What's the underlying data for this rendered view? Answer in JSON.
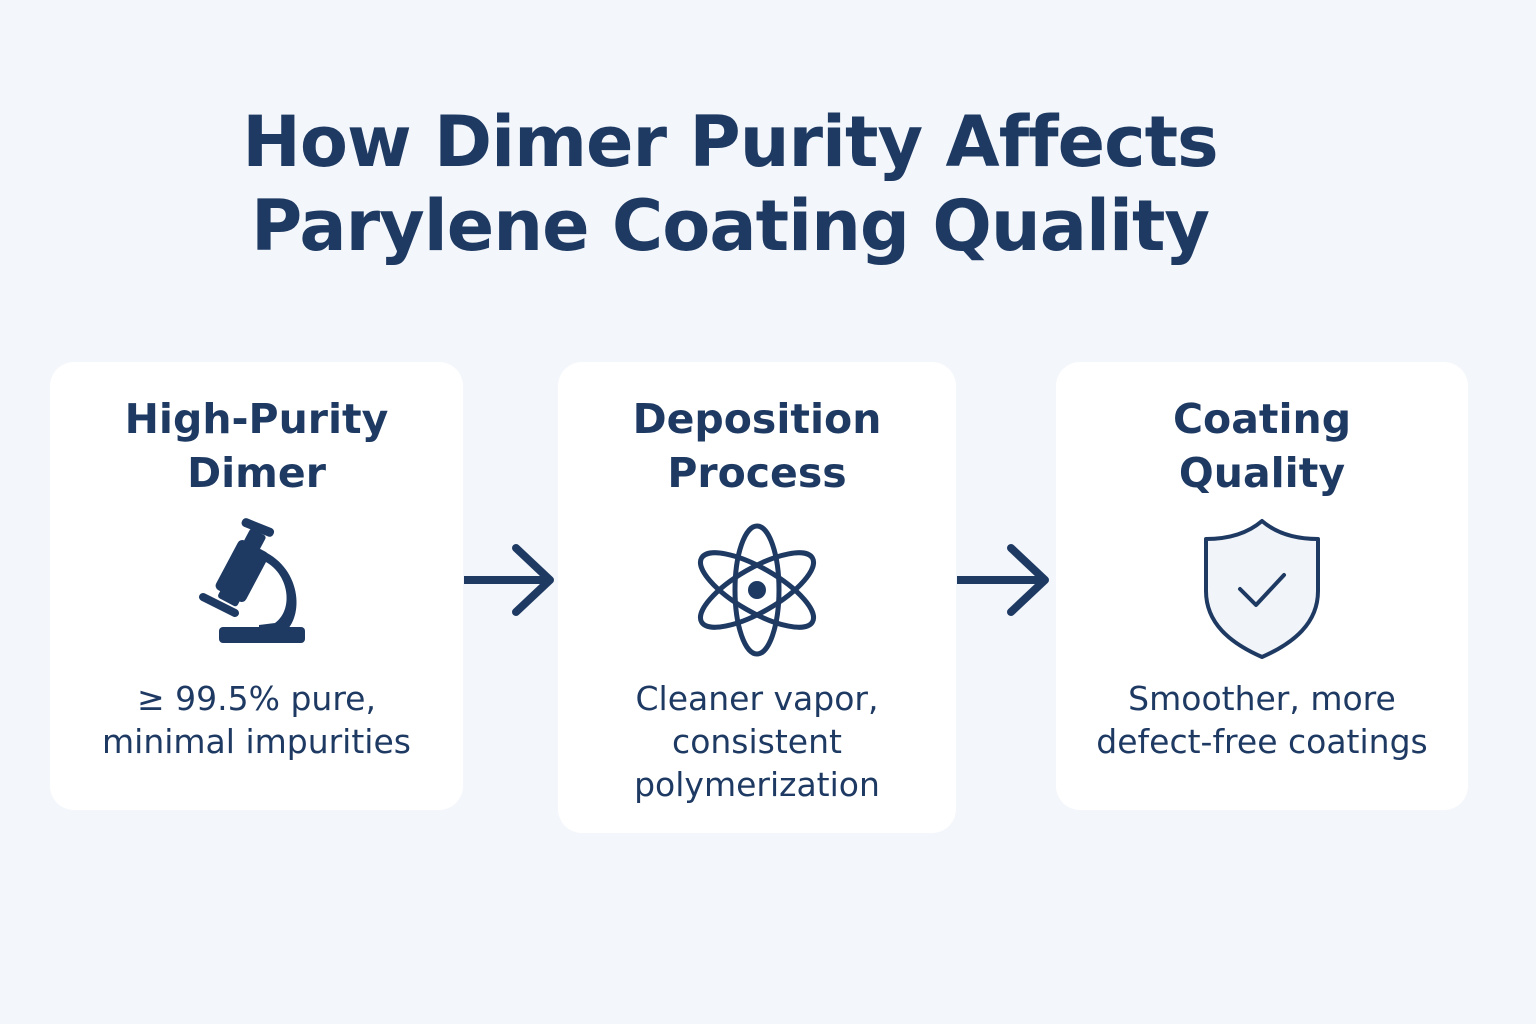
{
  "title": {
    "line1": "How Dimer Purity Affects",
    "line2": "Parylene Coating Quality"
  },
  "colors": {
    "background": "#f3f6fa",
    "card": "#ffffff",
    "accent": "#1e3a63",
    "shield_fill": "#f1f4f8"
  },
  "steps": [
    {
      "title_line1": "High-Purity",
      "title_line2": "Dimer",
      "icon": "microscope-icon",
      "desc_line1": "≥ 99.5% pure,",
      "desc_line2": "minimal impurities"
    },
    {
      "title_line1": "Deposition",
      "title_line2": "Process",
      "icon": "atom-icon",
      "desc_line1": "Cleaner vapor,",
      "desc_line2": "consistent",
      "desc_line3": "polymerization"
    },
    {
      "title_line1": "Coating",
      "title_line2": "Quality",
      "icon": "shield-check-icon",
      "desc_line1": "Smoother, more",
      "desc_line2": "defect-free coatings"
    }
  ],
  "connectors": [
    {
      "icon": "arrow-right-icon",
      "from": "High-Purity Dimer",
      "to": "Deposition Process"
    },
    {
      "icon": "arrow-right-icon",
      "from": "Deposition Process",
      "to": "Coating Quality"
    }
  ]
}
